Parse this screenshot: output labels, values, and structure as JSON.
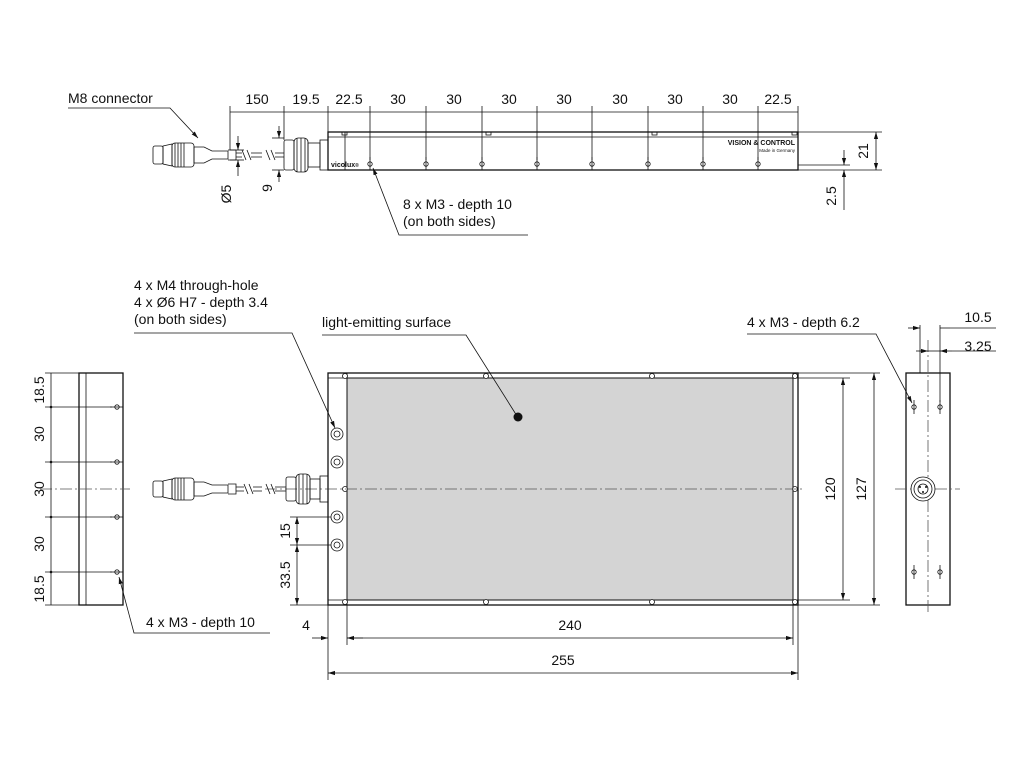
{
  "labels": {
    "m8_connector": "M8 connector",
    "threads_top": [
      "8 x M3 - depth 10",
      "(on both sides)"
    ],
    "through_holes": [
      "4 x M4 through-hole",
      "4 x Ø6 H7 - depth 3.4",
      "(on both sides)"
    ],
    "emitting_surface": "light-emitting surface",
    "threads_right": "4 x M3 - depth 6.2",
    "threads_left": "4 x M3 - depth 10",
    "brand": "vicolux",
    "brand_reg": "®",
    "vision_control": "VISION & CONTROL",
    "made_in": "Made in Germany"
  },
  "dimensions": {
    "top_row": [
      "150",
      "19.5",
      "22.5",
      "30",
      "30",
      "30",
      "30",
      "30",
      "30",
      "30",
      "22.5"
    ],
    "d5": "Ø5",
    "d9": "9",
    "h21": "21",
    "h2_5": "2.5",
    "w240": "240",
    "w255": "255",
    "w4": "4",
    "h120": "120",
    "h127": "127",
    "h15": "15",
    "h33_5": "33.5",
    "left_col": [
      "18.5",
      "30",
      "30",
      "30",
      "18.5"
    ],
    "r10_5": "10.5",
    "r3_25": "3.25"
  },
  "colors": {
    "surface": "#d4d4d4",
    "line": "#111111"
  }
}
